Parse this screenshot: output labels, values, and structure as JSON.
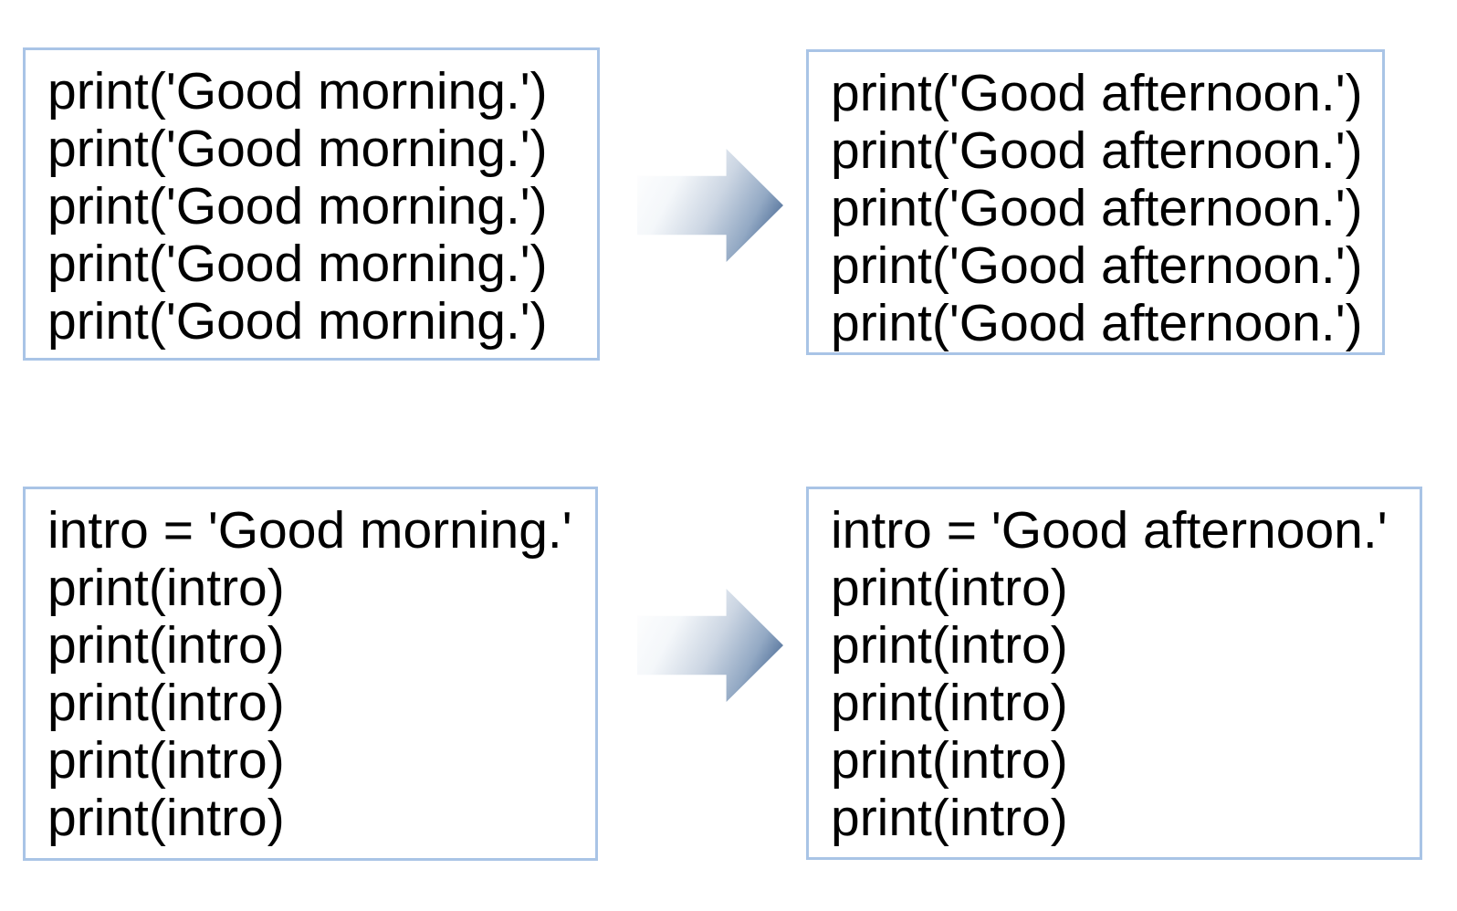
{
  "colors": {
    "box_border": "#a9c4e6",
    "text": "#000000",
    "arrow_gradient_start": "#ffffff",
    "arrow_gradient_end": "#2e4a6e",
    "background": "#ffffff"
  },
  "icons": {
    "arrow": "right-arrow"
  },
  "rows": [
    {
      "name": "repeated-literal-print-example",
      "left": {
        "lines": [
          "print('Good morning.')",
          "print('Good morning.')",
          "print('Good morning.')",
          "print('Good morning.')",
          "print('Good morning.')"
        ]
      },
      "right": {
        "lines": [
          "print('Good afternoon.')",
          "print('Good afternoon.')",
          "print('Good afternoon.')",
          "print('Good afternoon.')",
          "print('Good afternoon.')"
        ]
      }
    },
    {
      "name": "variable-print-example",
      "left": {
        "lines": [
          "intro = 'Good morning.'",
          "print(intro)",
          "print(intro)",
          "print(intro)",
          "print(intro)",
          "print(intro)"
        ]
      },
      "right": {
        "lines": [
          "intro = 'Good afternoon.'",
          "print(intro)",
          "print(intro)",
          "print(intro)",
          "print(intro)",
          "print(intro)"
        ]
      }
    }
  ]
}
